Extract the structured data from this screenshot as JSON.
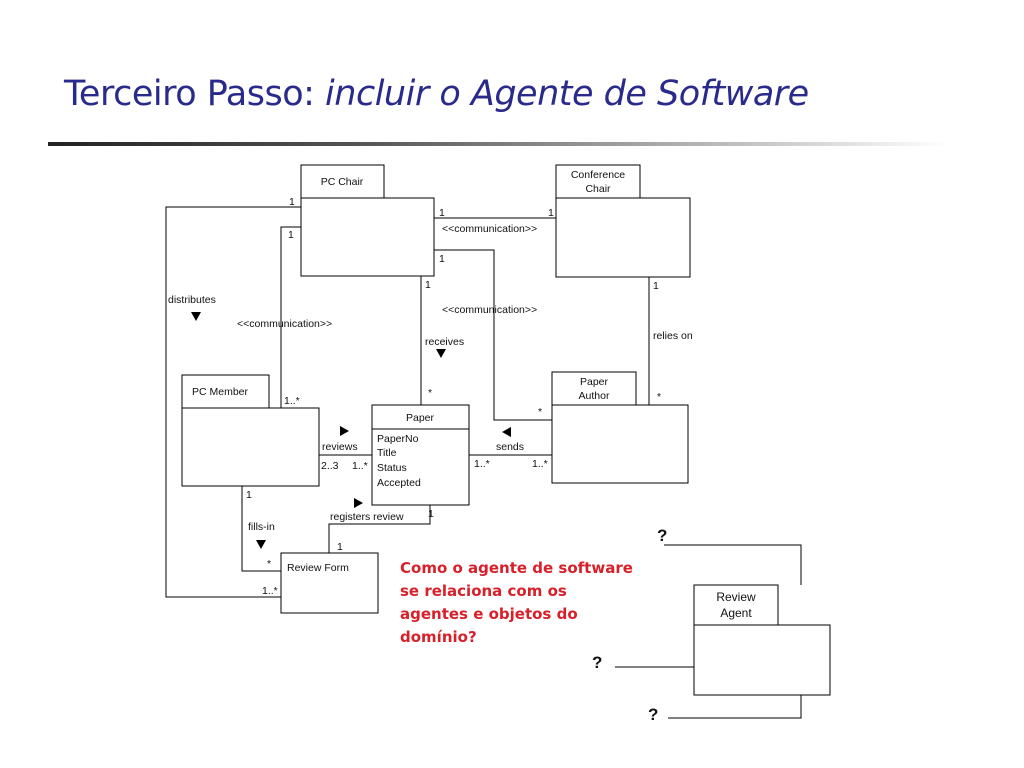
{
  "slide": {
    "title_plain": "Terceiro Passo:",
    "title_italic": "incluir o Agente de Software"
  },
  "diagram": {
    "classes": {
      "pc_chair": {
        "name": "PC Chair"
      },
      "conference_chair": {
        "name_lines": [
          "Conference",
          "Chair"
        ]
      },
      "pc_member": {
        "name": "PC Member"
      },
      "paper": {
        "name": "Paper",
        "attributes": [
          "PaperNo",
          "Title",
          "Status",
          "Accepted"
        ]
      },
      "paper_author": {
        "name_lines": [
          "Paper",
          "Author"
        ]
      },
      "review_form": {
        "name": "Review Form"
      },
      "review_agent": {
        "name_lines": [
          "Review",
          "Agent"
        ]
      }
    },
    "associations": {
      "distributes": "distributes",
      "communication_chair_member": "<<communication>>",
      "communication_chairs": "<<communication>>",
      "communication_chair_author": "<<communication>>",
      "receives": "receives",
      "relies_on": "relies on",
      "reviews": "reviews",
      "sends": "sends",
      "registers_review": "registers review",
      "fills_in": "fills-in"
    },
    "multiplicities": {
      "chair_left_top": "1",
      "chair_left_comm": "1",
      "chair_right_top": "1",
      "chair_right_low": "1",
      "chair_bottom": "1",
      "conf_left": "1",
      "conf_bottom": "1",
      "member_top": "1..*",
      "member_bottom": "1",
      "member_reviews": "2..3",
      "paper_reviews": "1..*",
      "paper_top": "*",
      "paper_sends": "1..*",
      "paper_bottom": "1",
      "author_top": "*",
      "author_sends": "1..*",
      "author_right": "*",
      "form_top": "1",
      "form_fills": "*",
      "form_left": "1..*"
    },
    "questions": [
      "?",
      "?",
      "?"
    ]
  },
  "question_text": {
    "lines": [
      "Como o agente de software",
      "se relaciona com os",
      "agentes e objetos do",
      "domínio?"
    ],
    "color": "#d8202a"
  },
  "colors": {
    "title": "#2a2a8c"
  }
}
